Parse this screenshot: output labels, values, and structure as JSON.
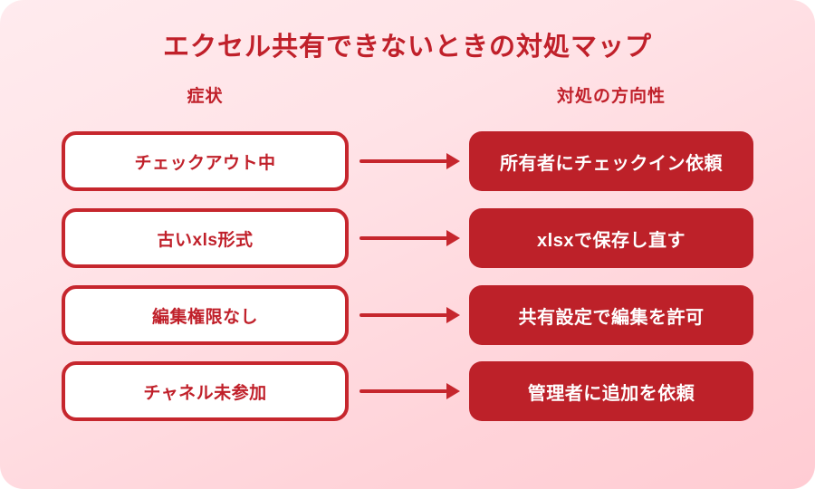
{
  "title": "エクセル共有できないときの対処マップ",
  "headers": {
    "left": "症状",
    "right": "対処の方向性"
  },
  "rows": [
    {
      "symptom": "チェックアウト中",
      "action": "所有者にチェックイン依頼"
    },
    {
      "symptom": "古いxls形式",
      "action": "xlsxで保存し直す"
    },
    {
      "symptom": "編集権限なし",
      "action": "共有設定で編集を許可"
    },
    {
      "symptom": "チャネル未参加",
      "action": "管理者に追加を依頼"
    }
  ],
  "colors": {
    "accent_red": "#c0202a",
    "border_red": "#c6262d",
    "fill_red": "#bd2129",
    "bg_pink_top": "#ffebee",
    "bg_pink_bottom": "#ffccd3",
    "box_white": "#ffffff",
    "action_text": "#ffffff"
  }
}
